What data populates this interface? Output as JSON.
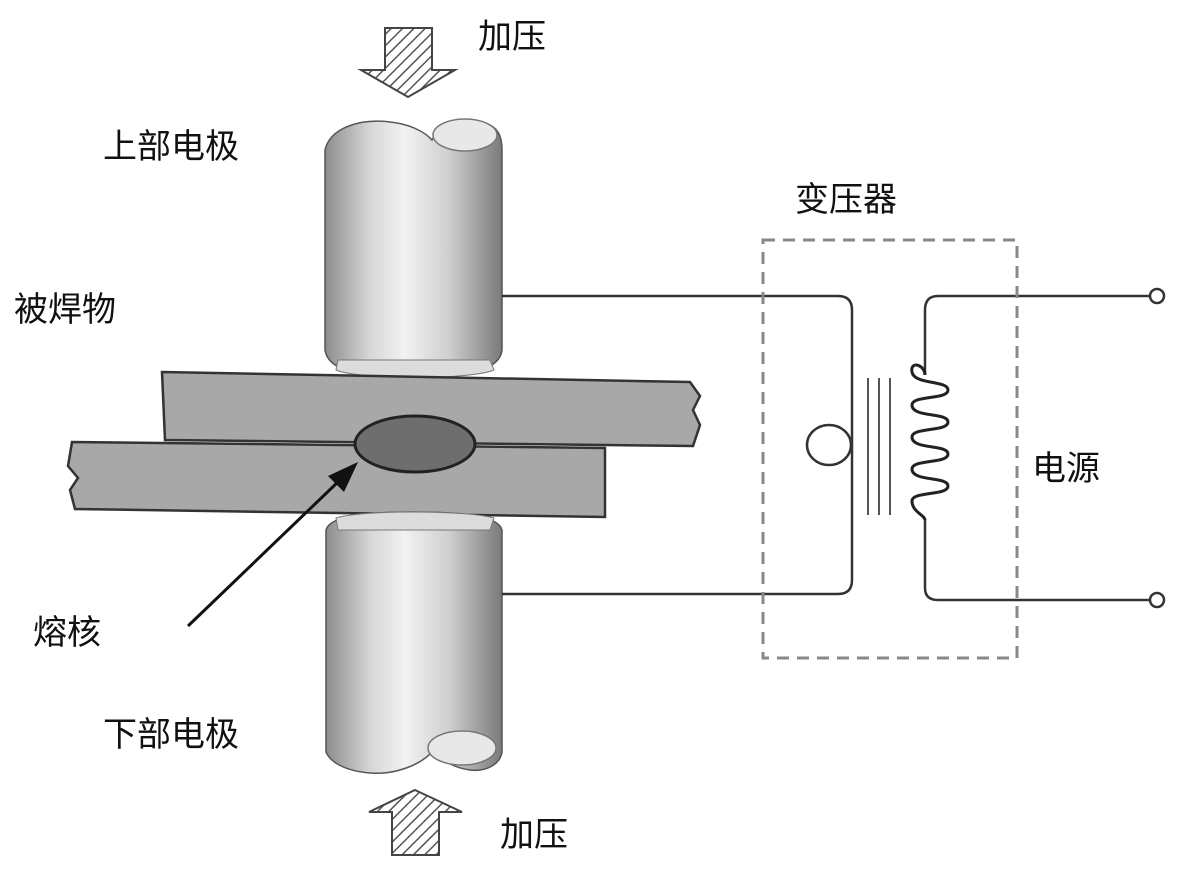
{
  "labels": {
    "pressure_top": "加压",
    "upper_electrode": "上部电极",
    "transformer": "变压器",
    "workpiece": "被焊物",
    "power_source": "电源",
    "nugget": "熔核",
    "lower_electrode": "下部电极",
    "pressure_bottom": "加压"
  },
  "colors": {
    "line": "#333333",
    "plate_fill": "#a8a8a8",
    "nugget_fill": "#6e6e6e",
    "electrode_mid": "#e4e4e4",
    "electrode_edge": "#8c8c8c",
    "dashed_box": "#888888"
  }
}
